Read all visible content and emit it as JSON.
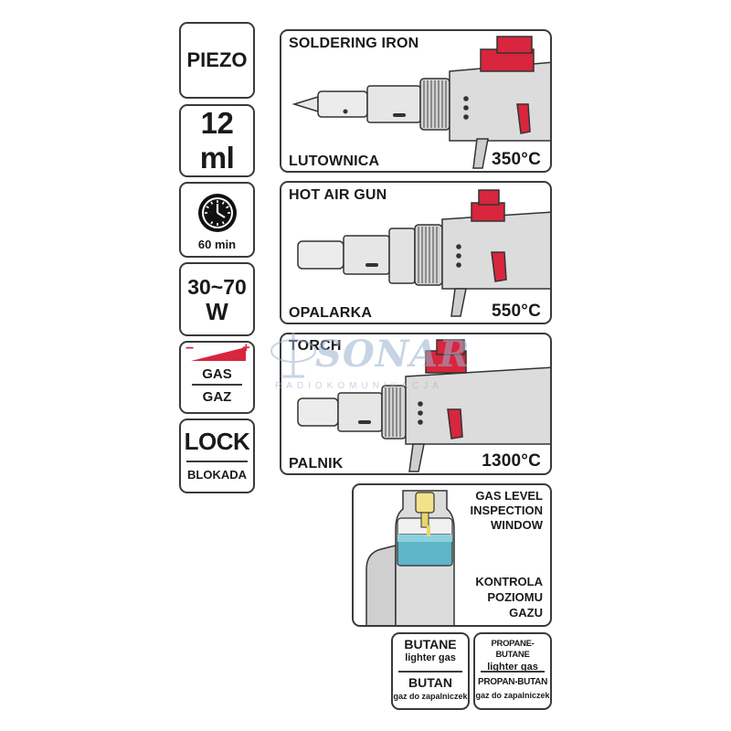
{
  "badges": {
    "piezo": "PIEZO",
    "capacity": "12 ml",
    "time": "60 min",
    "power_line1": "30~70",
    "power_line2": "W",
    "gas_en": "GAS",
    "gas_pl": "GAZ",
    "gas_minus": "−",
    "gas_plus": "+",
    "lock_en": "LOCK",
    "lock_pl": "BLOKADA"
  },
  "panels": [
    {
      "title_en": "SOLDERING IRON",
      "title_pl": "LUTOWNICA",
      "temperature": "350°C"
    },
    {
      "title_en": "HOT AIR GUN",
      "title_pl": "OPALARKA",
      "temperature": "550°C"
    },
    {
      "title_en": "TORCH",
      "title_pl": "PALNIK",
      "temperature": "1300°C"
    }
  ],
  "gas_window": {
    "label_en_lines": [
      "GAS LEVEL",
      "INSPECTION",
      "WINDOW"
    ],
    "label_pl_lines": [
      "KONTROLA",
      "POZIOMU",
      "GAZU"
    ]
  },
  "fuel": [
    {
      "name_en": "BUTANE",
      "desc_en": "lighter gas",
      "name_pl": "BUTAN",
      "desc_pl": "gaz do zapalniczek"
    },
    {
      "name_en": "PROPANE-BUTANE",
      "desc_en": "lighter gas",
      "name_pl": "PROPAN-BUTAN",
      "desc_pl": "gaz do zapalniczek"
    }
  ],
  "watermark": {
    "name": "SONAR",
    "subtitle": "RADIOKOMUNIKACJA"
  },
  "colors": {
    "accent_red": "#d7263d",
    "outline": "#3a3a3a",
    "body_grey": "#d9d9d9",
    "water_blue": "#5fb6c8",
    "watermark_blue": "#9ab1cf"
  }
}
